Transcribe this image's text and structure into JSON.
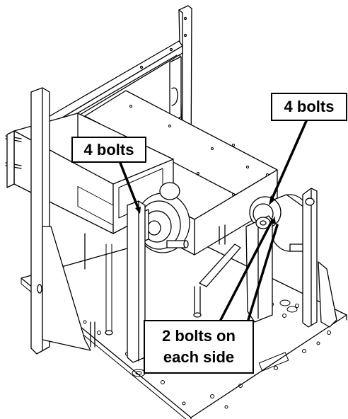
{
  "callouts": {
    "top_right": "4 bolts",
    "left": "4 bolts",
    "bottom_line1": "2 bolts on",
    "bottom_line2": "each side"
  }
}
